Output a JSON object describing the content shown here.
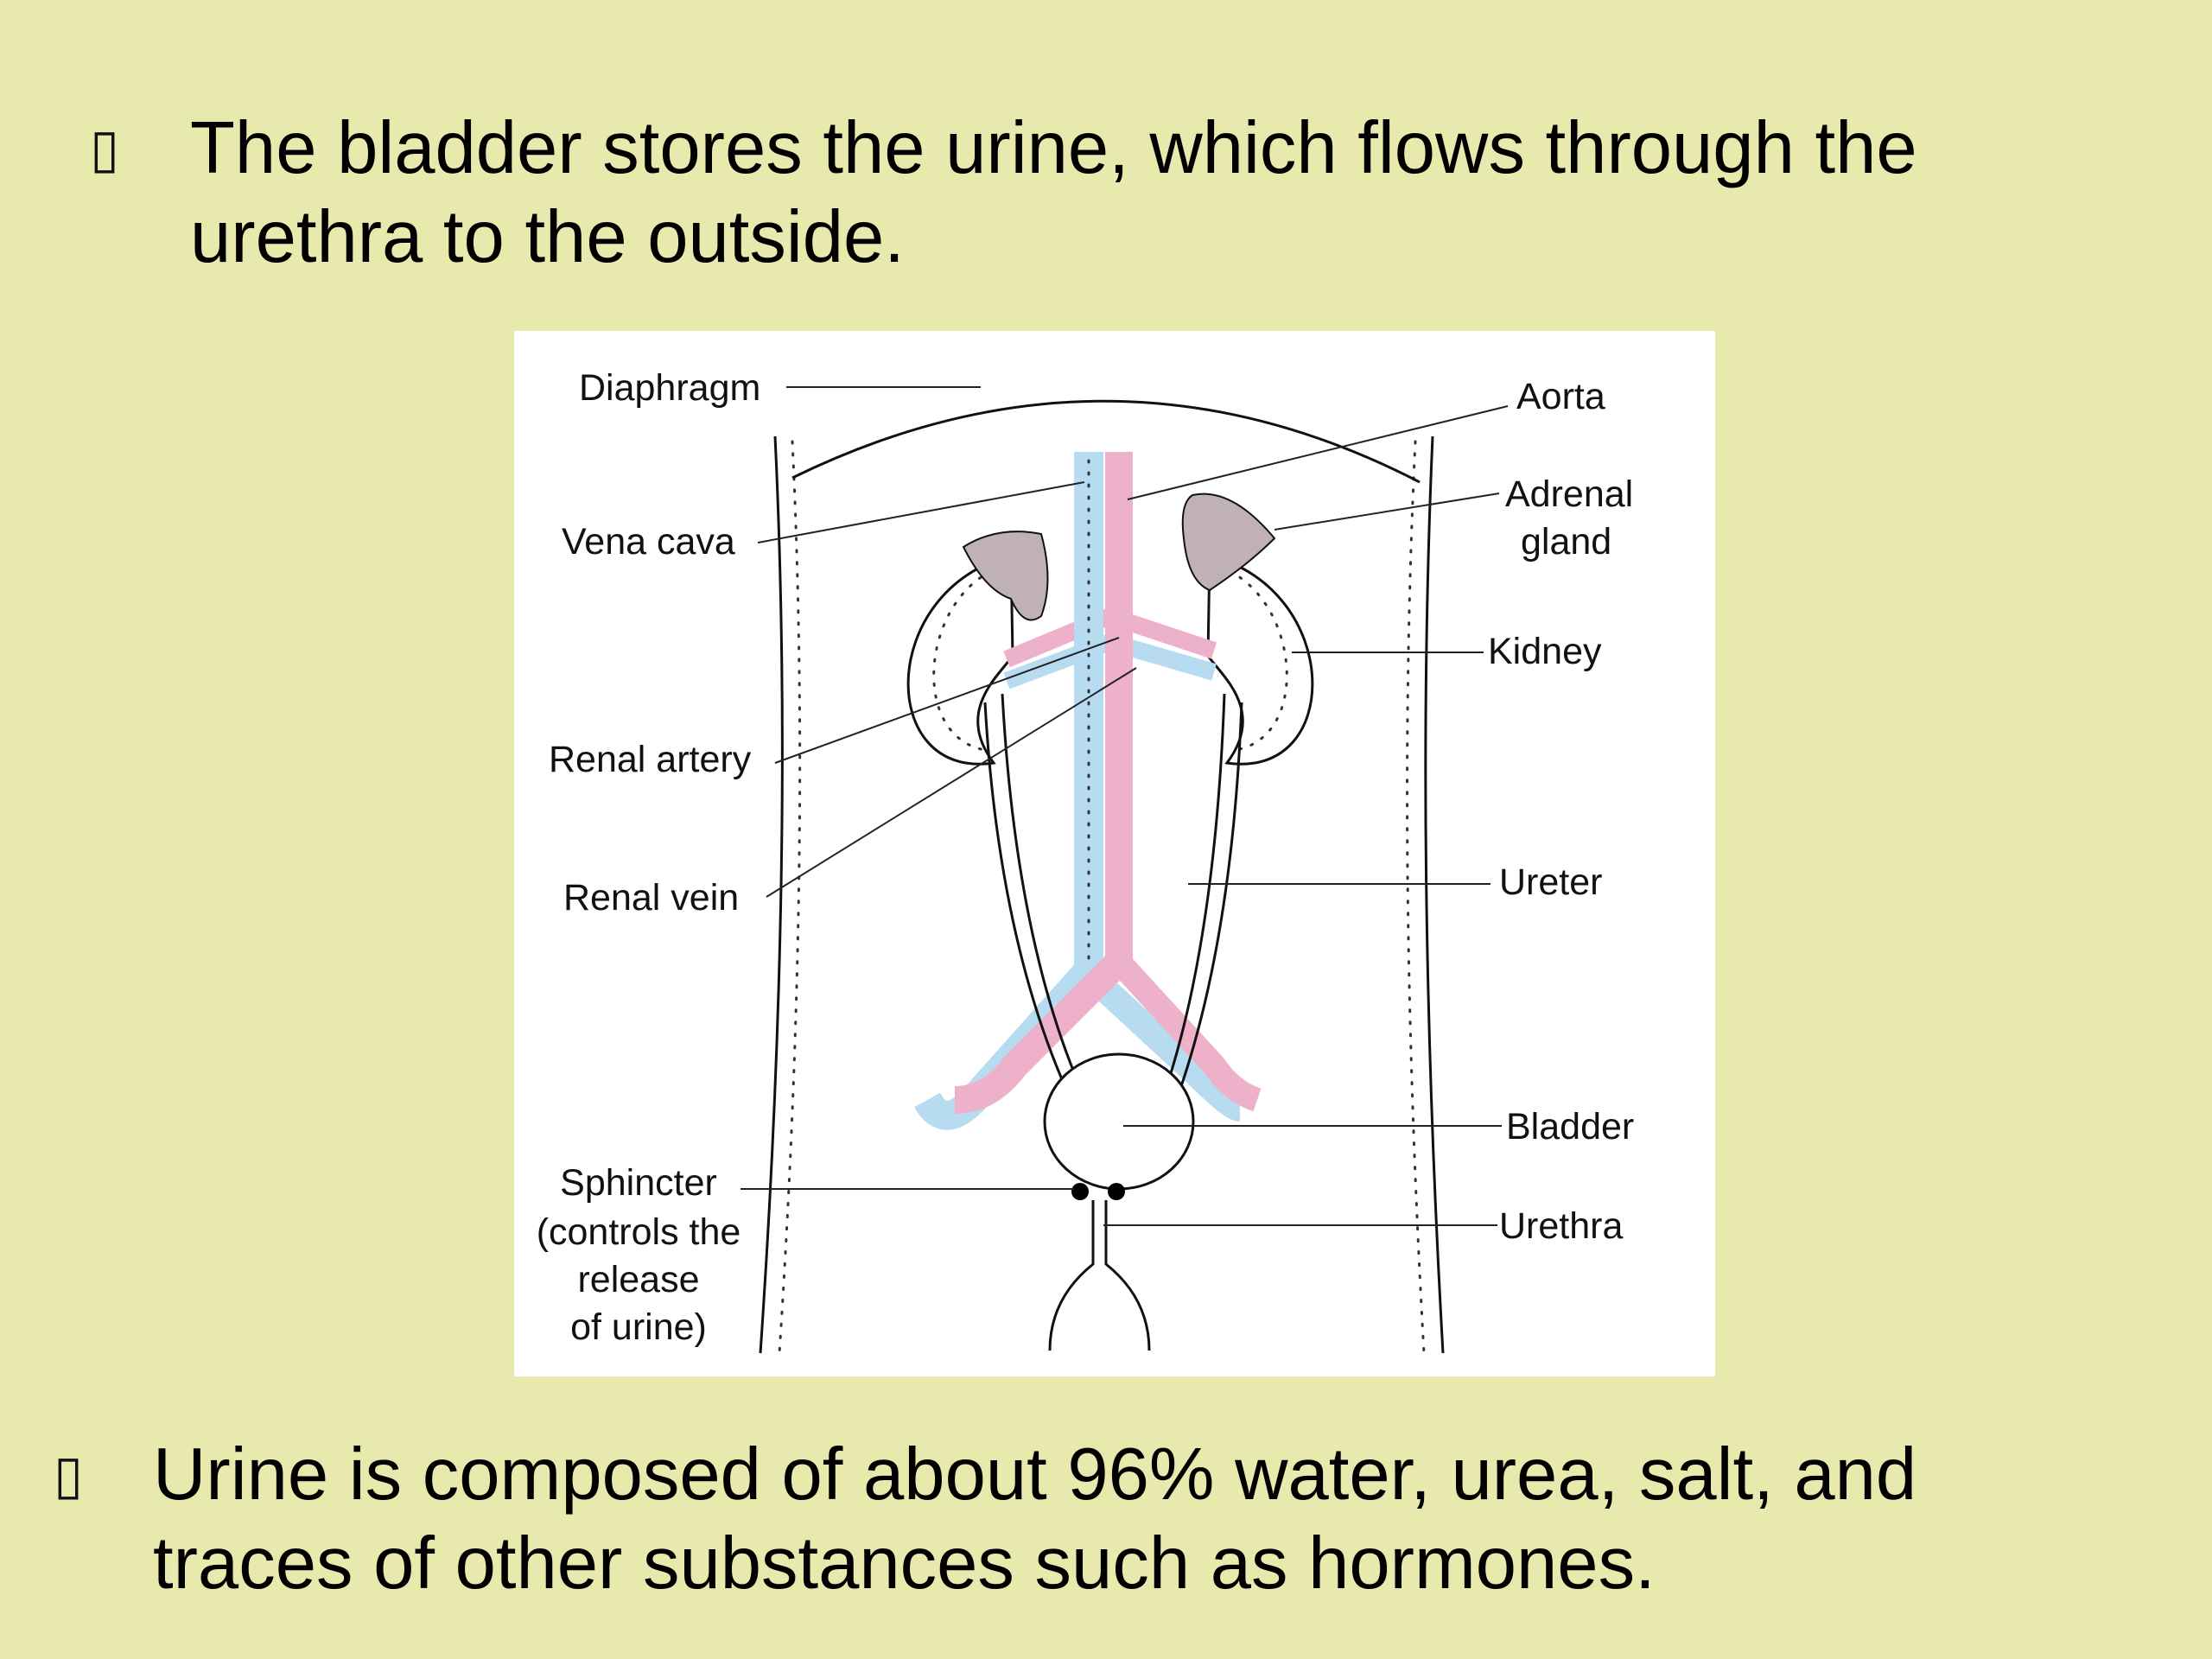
{
  "bullets": [
    {
      "lines": [
        "The bladder stores the urine, which flows through the",
        "urethra to the outside."
      ]
    },
    {
      "lines": [
        "Urine is composed of about 96% water, urea, salt, and",
        "traces of other substances such as hormones."
      ]
    }
  ],
  "bullet_glyph": "▯",
  "diagram": {
    "labels": {
      "diaphragm": "Diaphragm",
      "aorta": "Aorta",
      "vena_cava": "Vena cava",
      "adrenal_1": "Adrenal",
      "adrenal_2": "gland",
      "kidney": "Kidney",
      "renal_artery": "Renal artery",
      "renal_vein": "Renal vein",
      "ureter": "Ureter",
      "bladder": "Bladder",
      "sphincter_1": "Sphincter",
      "sphincter_2": "(controls the",
      "sphincter_3": "release",
      "sphincter_4": "of urine)",
      "urethra": "Urethra"
    },
    "colors": {
      "vein": "#b7dcf2",
      "artery": "#eeb1ca",
      "adrenal": "#bfb1b6",
      "background": "#e8e9ad"
    }
  }
}
